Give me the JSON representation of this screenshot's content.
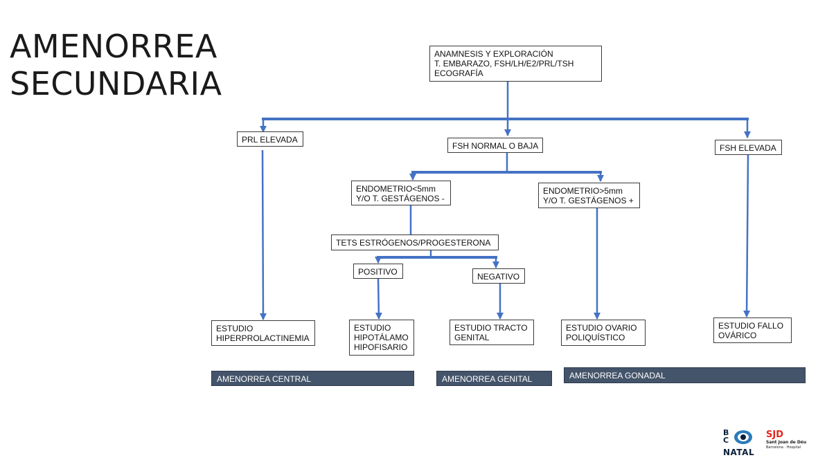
{
  "title": {
    "line1": "AMENORREA",
    "line2": "SECUNDARIA"
  },
  "nodes": {
    "anamnesis": [
      "ANAMNESIS Y EXPLORACIÓN",
      "T. EMBARAZO, FSH/LH/E2/PRL/TSH",
      "ECOGRAFÍA"
    ],
    "prl_elevada": "PRL ELEVADA",
    "fsh_normal_baja": "FSH NORMAL O BAJA",
    "fsh_elevada": "FSH ELEVADA",
    "endometrio_menor": [
      "ENDOMETRIO<5mm",
      "Y/O T. GESTÁGENOS -"
    ],
    "endometrio_mayor": [
      "ENDOMETRIO>5mm",
      "Y/O T. GESTÁGENOS +"
    ],
    "tets": "TETS ESTRÓGENOS/PROGESTERONA",
    "positivo": "POSITIVO",
    "negativo": "NEGATIVO",
    "estudio_hiperprolactinemia": [
      "ESTUDIO",
      "HIPERPROLACTINEMIA"
    ],
    "estudio_hipotalamo": [
      "ESTUDIO",
      "HIPOTÁLAMO",
      "HIPOFISARIO"
    ],
    "estudio_tracto": [
      "ESTUDIO TRACTO",
      "GENITAL"
    ],
    "estudio_ovario": [
      "ESTUDIO OVARIO",
      "POLIQUÍSTICO"
    ],
    "estudio_fallo": [
      "ESTUDIO FALLO",
      "OVÁRICO"
    ]
  },
  "bands": {
    "central": "AMENORREA CENTRAL",
    "genital": "AMENORREA GENITAL",
    "gonadal": "AMENORREA GONADAL"
  },
  "logos": {
    "bcnatal_letters": [
      "B",
      "C"
    ],
    "bcnatal_word": "NATAL",
    "sjd_mark": "SJD",
    "sjd_name": "Sant Joan de Déu",
    "sjd_sub": "Barcelona · Hospital"
  },
  "colors": {
    "connector": "#4472c4",
    "band": "#44546a",
    "box_border": "#3a3a3a",
    "sjd_red": "#e2261c",
    "bcnatal_navy": "#0b1f3a",
    "bcnatal_blue": "#2b7bbd"
  }
}
